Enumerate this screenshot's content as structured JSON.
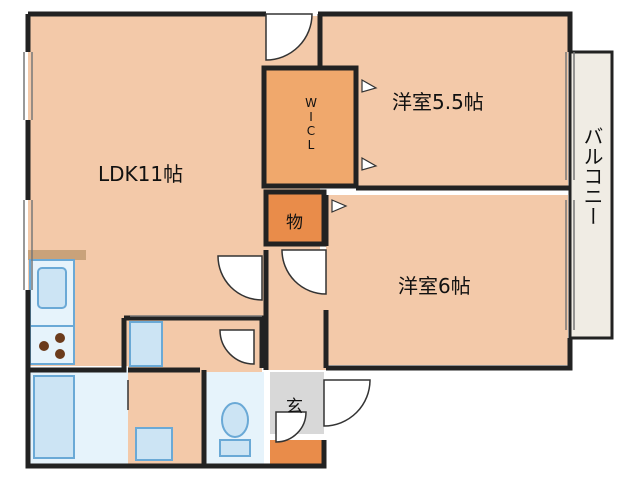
{
  "rooms": {
    "ldk": "LDK11帖",
    "western_a": "洋室5.5帖",
    "western_b": "洋室6帖",
    "wic": "W\nI\nC\nL",
    "storage": "物",
    "entrance": "玄",
    "balcony": "バルコニー"
  },
  "colors": {
    "room_floor": "#f3c9a9",
    "wic_floor": "#f0a86c",
    "storage_floor": "#e98c4a",
    "wet_area": "#e6f3fb",
    "wall": "#222222",
    "balcony_floor": "#f0ece4",
    "counter": "#c9a27a",
    "entrance_floor": "#d8d8d8"
  }
}
